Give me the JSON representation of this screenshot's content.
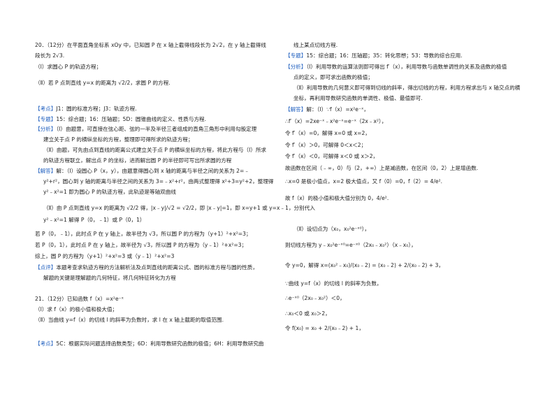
{
  "left": {
    "q20": {
      "l1": "20．（12分）在平面直角坐标系 xOy 中，已知圆 P 在 x 轴上截得线段长为 2√2，在 y 轴上截得线",
      "l2": "段长为 2√3.",
      "l3": "（Ⅰ）求圆心 P 的轨迹方程；",
      "l4": "（Ⅱ）若 P 点到直线 y=x 的距离为 √2/2，求圆 P 的方程."
    },
    "kaodian": {
      "tag": "【考点】",
      "text": "J1：圆的标准方程；J3：轨迹方程."
    },
    "zhuanti": {
      "tag": "【专题】",
      "text": "15：综合题；16：压轴题；5D：圆锥曲线的定义、性质与方程."
    },
    "fenxi": {
      "tag": "【分析】",
      "l1": "（Ⅰ）由题意，可直接在弦心距、弦的一半及半径三者组成的直角三角形中利用勾股定理",
      "l2": "建立关于点 P 的横纵坐标的方程，整理即可得所求的轨迹方程；",
      "l3": "（Ⅱ）由题，可先由点到直线的距离公式建立关于点 P 的横纵坐标的方程，将此方程与（Ⅰ）所求",
      "l4": "的轨迹方程联立，解出点 P 的坐标，进而解出圆 P 的半径即可写出所求圆的方程"
    },
    "jieda": {
      "tag": "【解答】",
      "l1": "解：（Ⅰ）设圆心 P（x，y），由题意得圆心到 x 轴的距离与半径之间的关系为 2=﹣",
      "l2": "y²+r²，圆心到 y 轴的距离与半径之间的关系为 3=﹣x²+r²，由两式整理得 x²+3=y²+2，整理得",
      "l3": "y²﹣x²=1 即为圆心 P 的轨迹方程，此轨迹是等轴双曲线",
      "l4": "（Ⅱ）由 P 点到直线 y=x 的距离为 √2/2 得，|x﹣y|/√2 = √2/2，即 |x﹣y|=1，即 x=y+1 或 y=x﹣1，分别代入",
      "l5": "y²﹣x²=1 解得 P（0，﹣1）或 P（0，1）",
      "l6": "若 P（0，﹣1），此时点 P 在 y 轴上，故半径为 √3，所以圆 P 的方程为（y+1）²+x²=3；",
      "l7": "若 P（0，1），此时点 P 在 y 轴上，故半径为 √3，所以圆 P 的方程为（y﹣1）²+x²=3；",
      "l8": "综上，圆 P 的方程为（y+1）²+x²=3 或（y﹣1）²+x²=3"
    },
    "dianping": {
      "tag": "【点评】",
      "l1": "本题考查求轨迹方程的方法解析法及点到直线的距离公式、圆的标准方程与圆的性质，",
      "l2": "解题的关键是理解题的几何特征，将几何特征转化为方程"
    },
    "q21": {
      "l1": "21．（12分）已知函数 f（x）=x²e⁻ˣ",
      "l2": "（Ⅰ）求 f（x）的极小值和极大值；",
      "l3": "（Ⅱ）当曲线 y=f（x）的切线 l 的斜率为负数时，求 l 在 x 轴上截距的取值范围."
    },
    "kaodian2": {
      "tag": "【考点】",
      "text": "5C：根据实际问题选择函数类型；6D：利用导数研究函数的极值；6H：利用导数研究曲"
    }
  },
  "right": {
    "r1": "线上某点切线方程.",
    "zhuanti": {
      "tag": "【专题】",
      "text": "15：综合题；16：压轴题；35：转化思想；53：导数的综合应用."
    },
    "fenxi": {
      "tag": "【分析】",
      "l1": "（Ⅰ）利用导数的运算法则即可得出 f′（x），利用导数与函数单调性的关系及函数的极值",
      "l2": "点的定义，即可求出函数的极值；",
      "l3": "（Ⅱ）利用导数的几何意义即可得到切线的斜率，得出切线的方程，利用方程求出与 x 轴交点的横",
      "l4": "坐标，再利用导数研究函数的单调性、极值、最值即可."
    },
    "jieda": {
      "tag": "【解答】",
      "l1": "解：（Ⅰ）∵f（x）=x²e⁻ˣ，",
      "l2": "∴f′（x）=2xe⁻ˣ﹣x²e⁻ˣ=e⁻ˣ（2x﹣x²），",
      "l3": "令 f′（x）=0，解得 x=0 或 x=2，",
      "l4": "令 f′（x）＞0，可解得 0＜x＜2；",
      "l5": "令 f′（x）＜0，可解得 x＜0 或 x＞2，",
      "l6": "故函数在区间（﹣∞，0）与（2，+∞）上是减函数，在区间（0，2）上是增函数.",
      "l7": "∴x=0 是极小值点，x=2 极大值点，又 f（0）=0，f（2）= 4/e².",
      "l8": "故 f（x）的极小值和极大值分别为 0，4/e².",
      "l9": "（Ⅱ）设切点为（x₀，x₀²e⁻ˣ⁰），",
      "l10": "则切线方程为 y﹣x₀²e⁻ˣ⁰=e⁻ˣ⁰（2x₀﹣x₀²）（x﹣x₀），",
      "l11": "令 y=0，解得 x=(x₀²﹣x₀)/(x₀﹣2) = (x₀﹣2) + 2/(x₀﹣2) + 3，",
      "l12": "∵曲线 y=f（x）的切线 l 的斜率为负数，",
      "l13": "∴e⁻ˣ⁰（2x₀﹣x₀²）＜0，",
      "l14": "∴x₀＜0 或 x₀＞2，",
      "l15": "令 f(x₀) = x₀ + 2/(x₀﹣2) + 1，"
    }
  }
}
